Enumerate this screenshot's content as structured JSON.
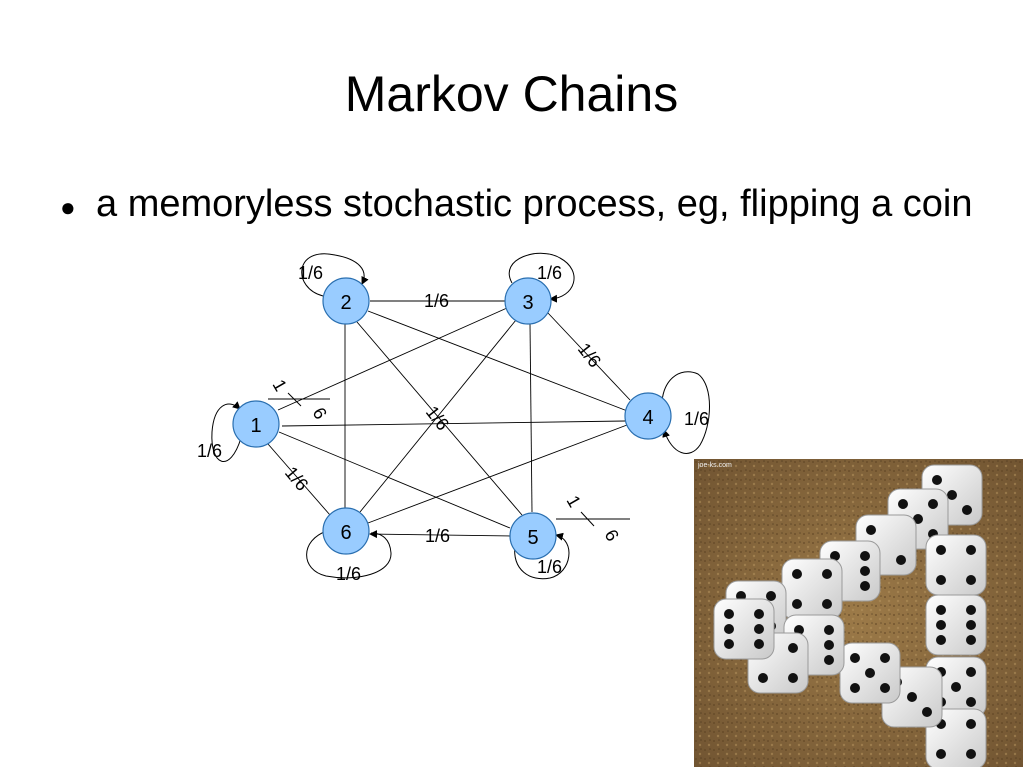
{
  "slide": {
    "title": "Markov Chains",
    "bullet": "a memoryless stochastic process, eg, flipping a coin"
  },
  "diagram": {
    "nodes": [
      {
        "id": "1",
        "label": "1"
      },
      {
        "id": "2",
        "label": "2"
      },
      {
        "id": "3",
        "label": "3"
      },
      {
        "id": "4",
        "label": "4"
      },
      {
        "id": "5",
        "label": "5"
      },
      {
        "id": "6",
        "label": "6"
      }
    ],
    "probability_label": "1/6",
    "fraction_parts": {
      "numerator": "1",
      "denominator": "6"
    },
    "node_fill": "#99ccff",
    "node_stroke": "#2a6fb0"
  },
  "photo": {
    "watermark": "joe-ks.com",
    "background_color": "#8a6a3c"
  }
}
